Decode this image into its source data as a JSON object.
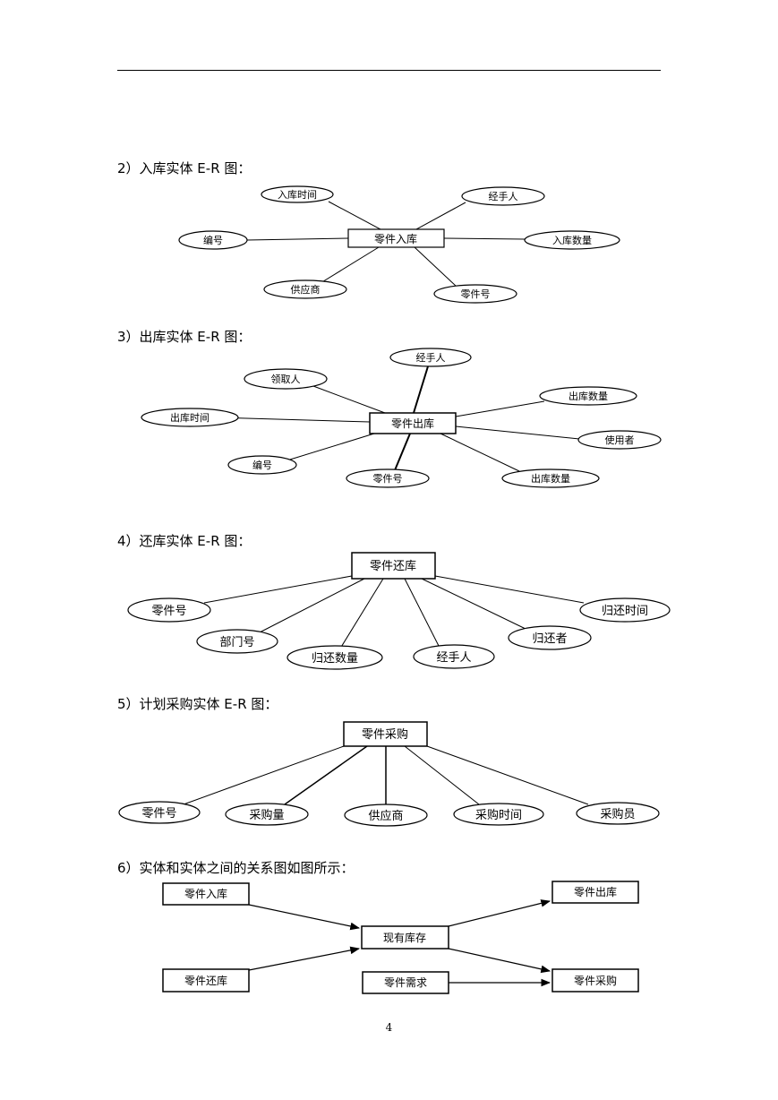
{
  "headings": {
    "s2": "2）入库实体 E-R 图：",
    "s3": "3）出库实体 E-R 图：",
    "s4": "4）还库实体 E-R 图：",
    "s5": "5）计划采购实体 E-R 图：",
    "s6": "6）实体和实体之间的关系图如图所示："
  },
  "d2": {
    "entity": "零件入库",
    "attrs": [
      "入库时间",
      "经手人",
      "编号",
      "入库数量",
      "供应商",
      "零件号"
    ]
  },
  "d3": {
    "entity": "零件出库",
    "attrs": [
      "经手人",
      "领取人",
      "出库数量",
      "出库时间",
      "使用者",
      "编号",
      "零件号",
      "出库数量"
    ]
  },
  "d4": {
    "entity": "零件还库",
    "attrs": [
      "零件号",
      "归还时间",
      "部门号",
      "归还者",
      "归还数量",
      "经手人"
    ]
  },
  "d5": {
    "entity": "零件采购",
    "attrs": [
      "零件号",
      "采购量",
      "供应商",
      "采购时间",
      "采购员"
    ]
  },
  "d6": {
    "nodes": [
      "零件入库",
      "零件出库",
      "现有库存",
      "零件还库",
      "零件需求",
      "零件采购"
    ]
  },
  "page_number": "4"
}
